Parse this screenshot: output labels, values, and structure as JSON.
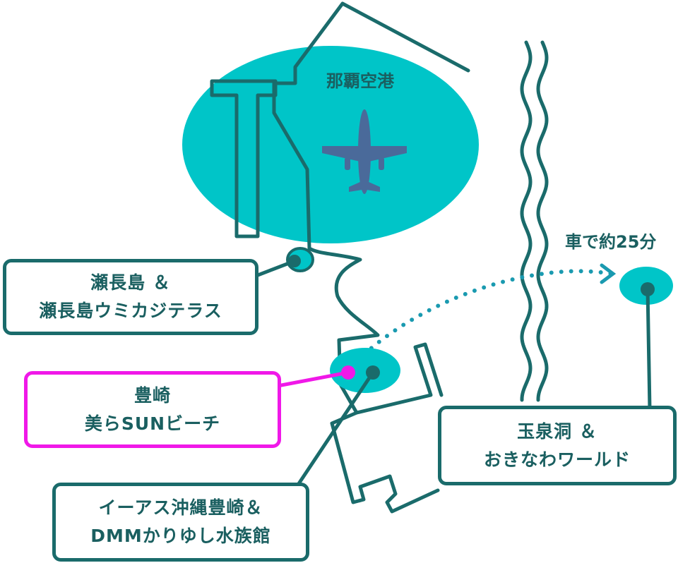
{
  "airport": {
    "label": "那覇空港",
    "icon": "airplane-icon"
  },
  "route": {
    "label": "車で約25分"
  },
  "spots": [
    {
      "line1": "瀬長島 ＆",
      "line2": "瀬長島ウミカジテラス"
    },
    {
      "line1": "豊崎",
      "line2": "美らSUNビーチ",
      "highlighted": true
    },
    {
      "line1": "イーアス沖縄豊崎＆",
      "line2": "DMMかりゆし水族館"
    },
    {
      "line1": "玉泉洞 ＆",
      "line2": "おきなわワールド"
    }
  ],
  "colors": {
    "outline": "#1a6b6b",
    "area": "#00c5c8",
    "highlight": "#f018e8",
    "route": "#1a9ab0",
    "plane": "#4a6a9a"
  }
}
